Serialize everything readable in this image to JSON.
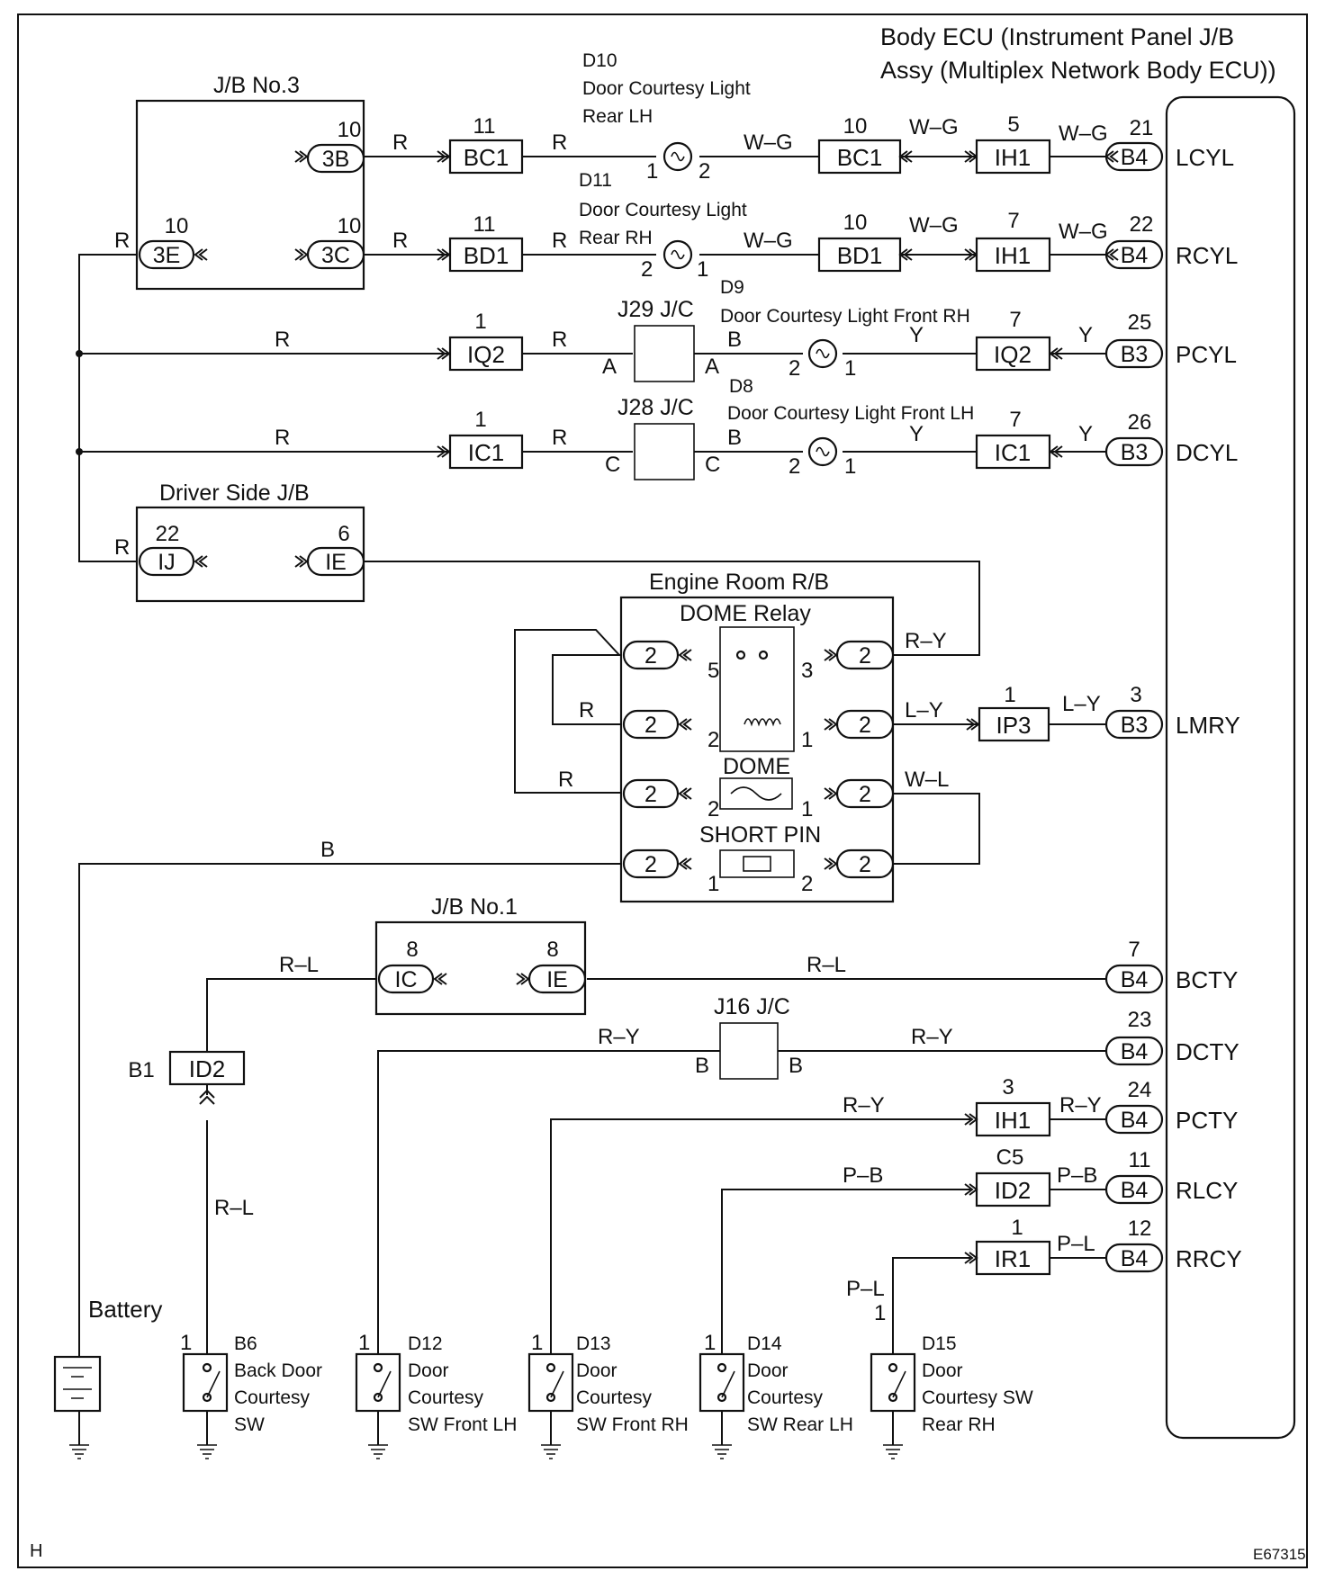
{
  "diagram": {
    "corner_label": "H",
    "figure_id": "E67315",
    "ecu": {
      "title_1": "Body ECU (Instrument Panel J/B",
      "title_2": "Assy (Multiplex Network Body ECU))"
    },
    "jb3": {
      "title": "J/B No.3",
      "pins": [
        "10",
        "10",
        "10"
      ],
      "connectors": [
        "3B",
        "3C",
        "3E"
      ]
    },
    "driver_jb": {
      "title": "Driver Side J/B",
      "pins": [
        "22",
        "6"
      ],
      "connectors": [
        "IJ",
        "IE"
      ]
    },
    "jb1": {
      "title": "J/B No.1",
      "pins": [
        "8",
        "8"
      ],
      "connectors": [
        "IC",
        "IE"
      ]
    },
    "engine_rb": {
      "title": "Engine Room R/B",
      "relay": "DOME Relay",
      "fuse": "DOME",
      "short_pin": "SHORT PIN",
      "connector": "2"
    },
    "rb_pins": [
      "5",
      "3",
      "2",
      "1",
      "2",
      "1",
      "1",
      "2"
    ],
    "junctions": {
      "j29": "J29 J/C",
      "j28": "J28 J/C",
      "j16": "J16 J/C",
      "terms": [
        "A",
        "A",
        "C",
        "C",
        "B",
        "B"
      ]
    },
    "lights": {
      "d10": {
        "id": "D10",
        "desc_1": "Door Courtesy Light",
        "desc_2": "Rear LH"
      },
      "d11": {
        "id": "D11",
        "desc_1": "Door Courtesy Light",
        "desc_2": "Rear RH"
      },
      "d9": {
        "id": "D9",
        "desc": "Door Courtesy Light Front RH"
      },
      "d8": {
        "id": "D8",
        "desc": "Door Courtesy Light Front LH"
      },
      "pins": [
        "1",
        "2",
        "2",
        "1",
        "2",
        "1",
        "2",
        "1"
      ]
    },
    "connectors": [
      {
        "name": "BC1",
        "pin": "11"
      },
      {
        "name": "BD1",
        "pin": "11"
      },
      {
        "name": "IQ2",
        "pin": "1"
      },
      {
        "name": "IC1",
        "pin": "1"
      },
      {
        "name": "BC1",
        "pin": "10"
      },
      {
        "name": "BD1",
        "pin": "10"
      },
      {
        "name": "IH1",
        "pin": "5"
      },
      {
        "name": "IH1",
        "pin": "7"
      },
      {
        "name": "IQ2",
        "pin": "7"
      },
      {
        "name": "IC1",
        "pin": "7"
      },
      {
        "name": "IP3",
        "pin": "1"
      },
      {
        "name": "ID2",
        "pin": "B1"
      },
      {
        "name": "IH1",
        "pin": "3"
      },
      {
        "name": "ID2",
        "pin": "C5"
      },
      {
        "name": "IR1",
        "pin": "1"
      }
    ],
    "ecu_terminals": [
      {
        "conn": "B4",
        "pin": "21",
        "signal": "LCYL"
      },
      {
        "conn": "B4",
        "pin": "22",
        "signal": "RCYL"
      },
      {
        "conn": "B3",
        "pin": "25",
        "signal": "PCYL"
      },
      {
        "conn": "B3",
        "pin": "26",
        "signal": "DCYL"
      },
      {
        "conn": "B3",
        "pin": "3",
        "signal": "LMRY"
      },
      {
        "conn": "B4",
        "pin": "7",
        "signal": "BCTY"
      },
      {
        "conn": "B4",
        "pin": "23",
        "signal": "DCTY"
      },
      {
        "conn": "B4",
        "pin": "24",
        "signal": "PCTY"
      },
      {
        "conn": "B4",
        "pin": "11",
        "signal": "RLCY"
      },
      {
        "conn": "B4",
        "pin": "12",
        "signal": "RRCY"
      }
    ],
    "wire_colors": {
      "r": "R",
      "wg": "W–G",
      "y": "Y",
      "ry": "R–Y",
      "ly": "L–Y",
      "wl": "W–L",
      "b": "B",
      "rl": "R–L",
      "pb": "P–B",
      "pl": "P–L"
    },
    "battery": {
      "label": "Battery"
    },
    "switches": [
      {
        "id": "B6",
        "pin": "1",
        "l1": "Back Door",
        "l2": "Courtesy",
        "l3": "SW"
      },
      {
        "id": "D12",
        "pin": "1",
        "l1": "Door",
        "l2": "Courtesy",
        "l3": "SW Front LH"
      },
      {
        "id": "D13",
        "pin": "1",
        "l1": "Door",
        "l2": "Courtesy",
        "l3": "SW Front RH"
      },
      {
        "id": "D14",
        "pin": "1",
        "l1": "Door",
        "l2": "Courtesy",
        "l3": "SW Rear LH"
      },
      {
        "id": "D15",
        "pin": "1",
        "l1": "Door",
        "l2": "Courtesy SW",
        "l3": "Rear RH"
      }
    ]
  }
}
